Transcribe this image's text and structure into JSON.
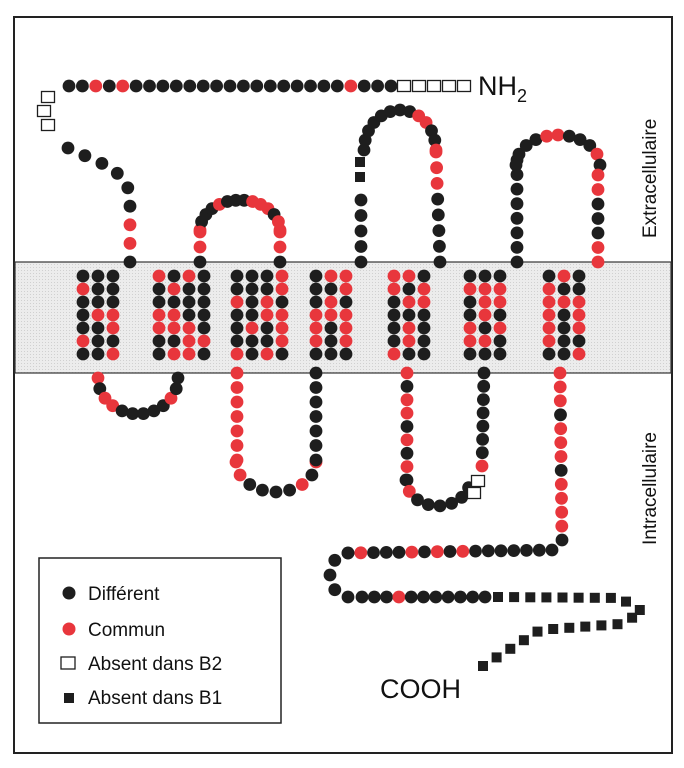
{
  "labels": {
    "n_terminus": "NH",
    "n_terminus_sub": "2",
    "c_terminus": "COOH",
    "extracellular": "Extracellulaire",
    "intracellular": "Intracellulaire"
  },
  "legend": {
    "items": [
      {
        "key": "different",
        "marker": "filled-circle",
        "color": "#1e1e1e",
        "label": "Différent"
      },
      {
        "key": "common",
        "marker": "filled-circle",
        "color": "#e8363c",
        "label": "Commun"
      },
      {
        "key": "absent_b2",
        "marker": "open-square",
        "color": "#1e1e1e",
        "label": "Absent dans B2"
      },
      {
        "key": "absent_b1",
        "marker": "filled-square",
        "color": "#1e1e1e",
        "label": "Absent dans B1"
      }
    ]
  },
  "colors": {
    "different": "#1e1e1e",
    "common": "#e8363c",
    "membrane": "#e9e9e9",
    "frame": "#222222"
  },
  "transmembrane_helices": {
    "count": 7
  }
}
